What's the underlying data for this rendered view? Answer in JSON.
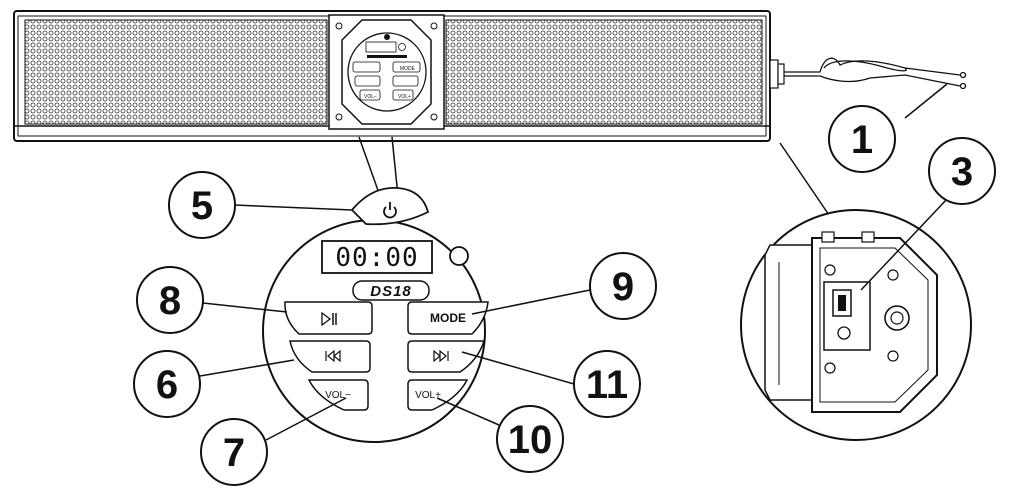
{
  "callouts": {
    "c1": "1",
    "c3": "3",
    "c5": "5",
    "c6": "6",
    "c7": "7",
    "c8": "8",
    "c9": "9",
    "c10": "10",
    "c11": "11"
  },
  "panel": {
    "display_time": "00:00",
    "brand": "DS18",
    "mode_label": "MODE",
    "vol_minus_label": "VOL−",
    "vol_plus_label": "VOL+"
  },
  "icons": {
    "power": "power-icon",
    "play_pause": "play-pause-icon",
    "previous": "previous-track-icon",
    "next": "next-track-icon",
    "usb": "usb-port-icon"
  }
}
